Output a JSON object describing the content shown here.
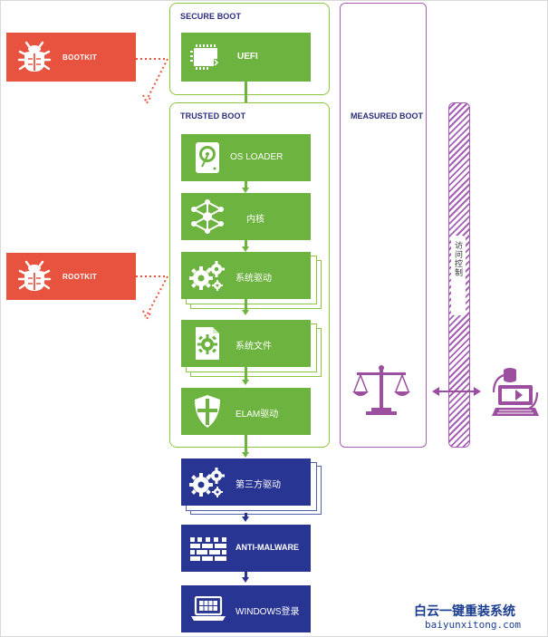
{
  "colors": {
    "green": "#6db33f",
    "green_border": "#8cc63f",
    "navy": "#283593",
    "red": "#e8533f",
    "purple": "#a65fb5",
    "label_navy": "#2b2d7c"
  },
  "sections": {
    "secure_boot": "SECURE BOOT",
    "trusted_boot": "TRUSTED BOOT",
    "measured_boot": "MEASURED BOOT"
  },
  "threats": [
    {
      "label": "BOOTKIT",
      "icon": "bug-icon"
    },
    {
      "label": "ROOTKIT",
      "icon": "bug-icon"
    }
  ],
  "boot_chain": {
    "uefi": {
      "label": "UEFI",
      "icon": "chip-icon"
    },
    "trusted": [
      {
        "label": "OS LOADER",
        "icon": "hard-drive-icon"
      },
      {
        "label": "内核",
        "icon": "network-hub-icon"
      },
      {
        "label": "系统驱动",
        "icon": "gears-icon"
      },
      {
        "label": "系统文件",
        "icon": "gear-document-icon"
      },
      {
        "label": "ELAM驱动",
        "icon": "shield-icon"
      }
    ],
    "after": [
      {
        "label": "第三方驱动",
        "icon": "gears-icon"
      },
      {
        "label": "ANTI-MALWARE",
        "icon": "brick-wall-icon"
      },
      {
        "label": "WINDOWS登录",
        "icon": "laptop-icon"
      }
    ]
  },
  "access_control": {
    "label": "访问控制",
    "scale_icon": "balance-scale-icon",
    "server_icon": "remote-server-icon"
  },
  "watermark": {
    "line1": "白云一键重装系统",
    "line2": "baiyunxitong.com"
  }
}
